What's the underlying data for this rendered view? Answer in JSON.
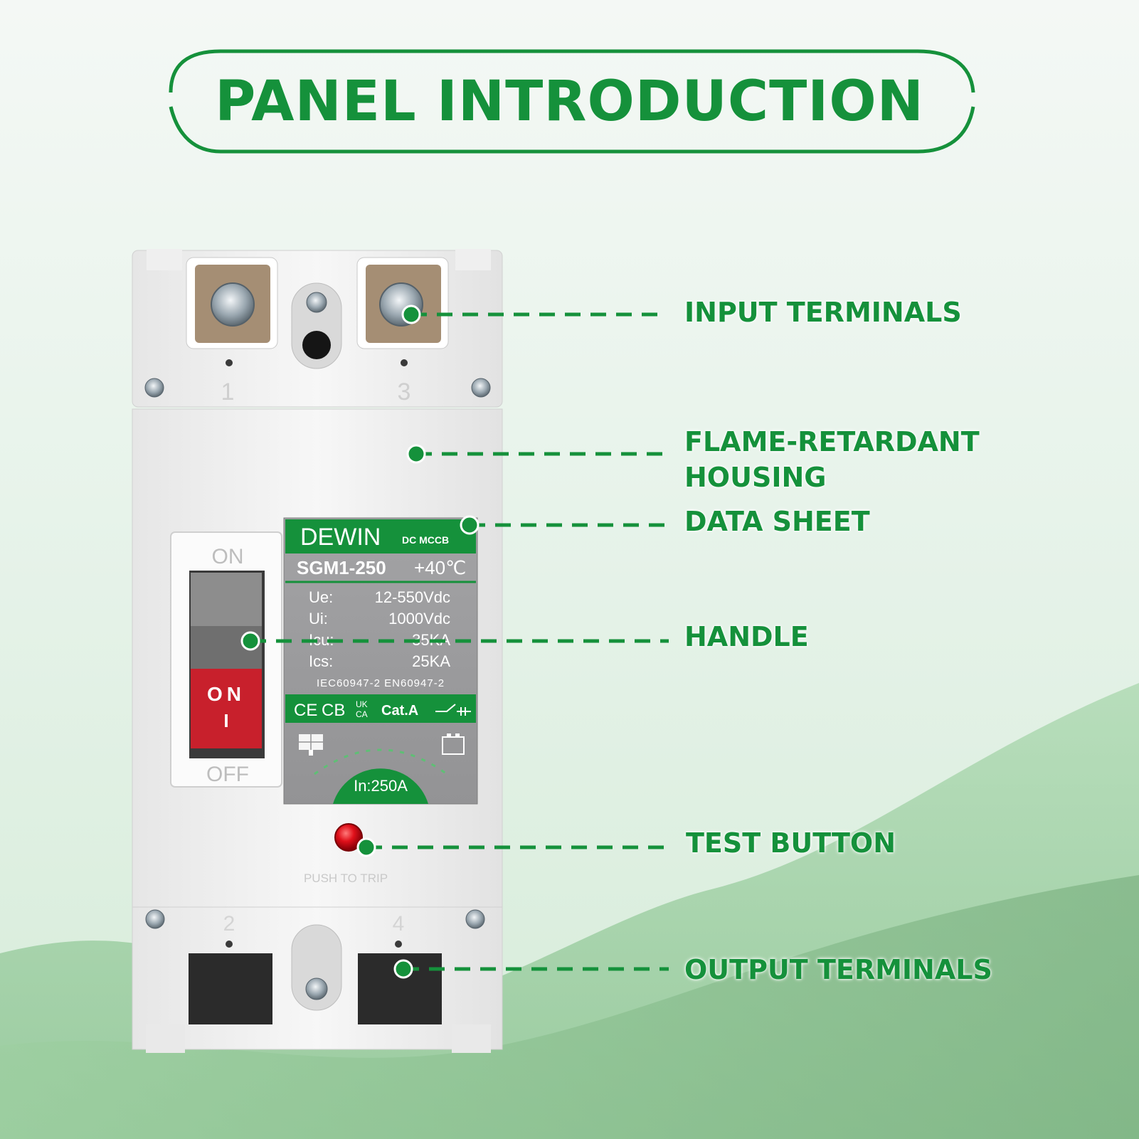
{
  "page": {
    "title": "PANEL INTRODUCTION"
  },
  "device": {
    "brand": "DEWIN",
    "type": "DC MCCB",
    "model": "SGM1-250",
    "temp": "+40℃",
    "specs": [
      {
        "label": "Ue:",
        "value": "12-550Vdc"
      },
      {
        "label": "Ui:",
        "value": "1000Vdc"
      },
      {
        "label": "Icu:",
        "value": "35KA"
      },
      {
        "label": "Ics:",
        "value": "25KA"
      }
    ],
    "standards": "IEC60947-2  EN60947-2",
    "cert_ce": "CE",
    "cert_cb": "CB",
    "cert_ukca_top": "UK",
    "cert_ukca_bottom": "CA",
    "category": "Cat.A",
    "rating": "In:250A",
    "handle_on_top": "ON",
    "handle_on": "ON",
    "handle_i": "I",
    "handle_off": "OFF",
    "terminal_1": "1",
    "terminal_2": "2",
    "terminal_3": "3",
    "terminal_4": "4",
    "test_label": "PUSH TO TRIP"
  },
  "callouts": {
    "input": "INPUT TERMINALS",
    "housing_line1": "FLAME-RETARDANT",
    "housing_line2": "HOUSING",
    "datasheet": "DATA SHEET",
    "handle": "HANDLE",
    "test": "TEST BUTTON",
    "output": "OUTPUT TERMINALS"
  },
  "colors": {
    "brand_green": "#15913b",
    "label_grey": "#9a9a9c",
    "handle_red": "#c8202c",
    "housing": "#f3f3f3",
    "test_button": "#e0101a"
  }
}
